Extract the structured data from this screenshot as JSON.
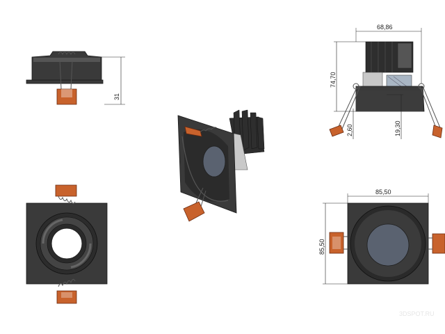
{
  "dimensions": {
    "side_height": "31",
    "width_top": "68,86",
    "total_height": "74,70",
    "flange": "2,60",
    "depth": "19,30",
    "square_width": "85,50",
    "square_height": "85,50"
  },
  "watermark": "3DSPOT.RU",
  "colors": {
    "body": "#3a3a3a",
    "clip": "#c8622c",
    "lens": "#5a6270",
    "background": "#ffffff"
  }
}
